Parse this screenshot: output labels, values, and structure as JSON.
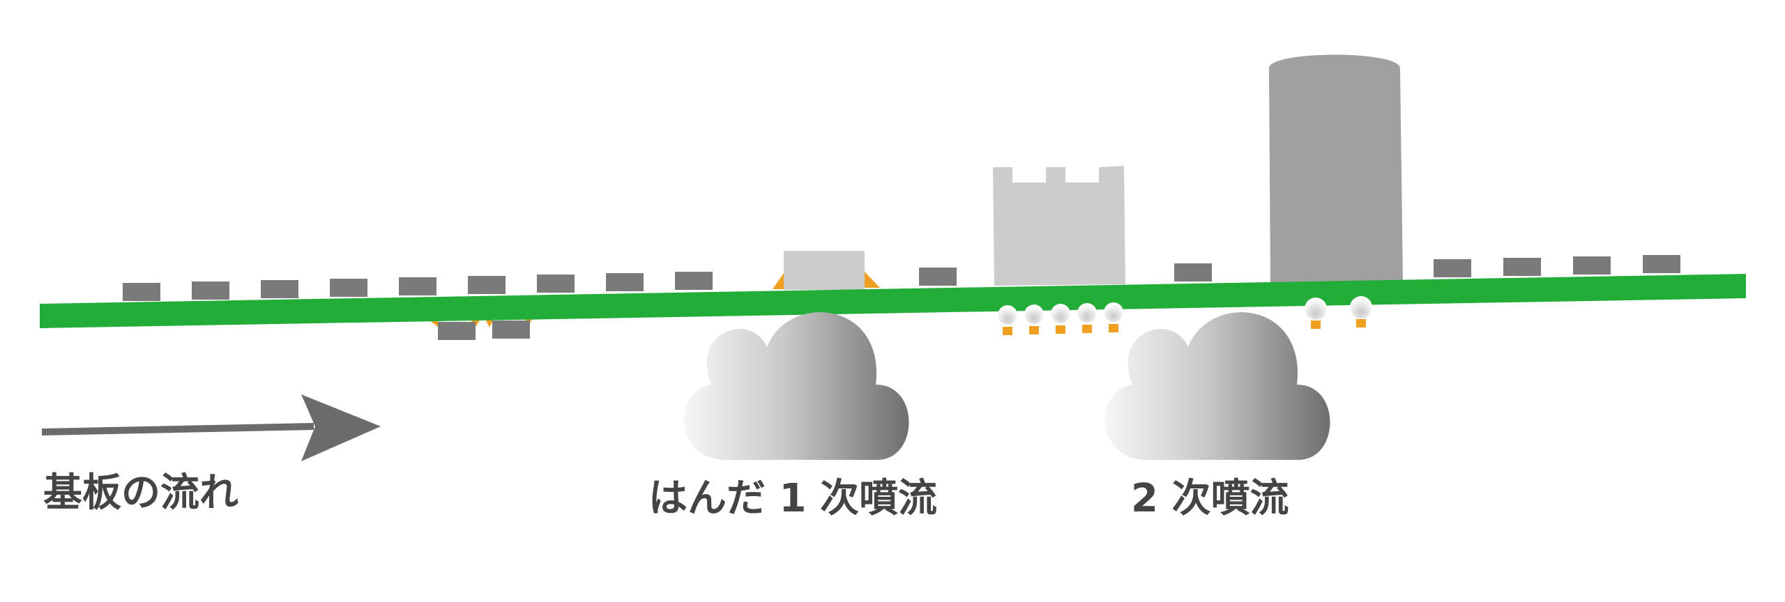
{
  "labels": {
    "board_flow": "基板の流れ",
    "primary_wave": "はんだ 1 次噴流",
    "secondary_wave": "2 次噴流"
  },
  "colors": {
    "board": "#22ac38",
    "smd_component": "#7a7a7a",
    "chip_component": "#cccccc",
    "tall_component": "#a0a0a0",
    "solder": "#f0a020",
    "arrow": "#6b6b6b",
    "wave_dark": "#6e6e6e",
    "wave_light": "#f5f5f5",
    "text": "#444444"
  }
}
